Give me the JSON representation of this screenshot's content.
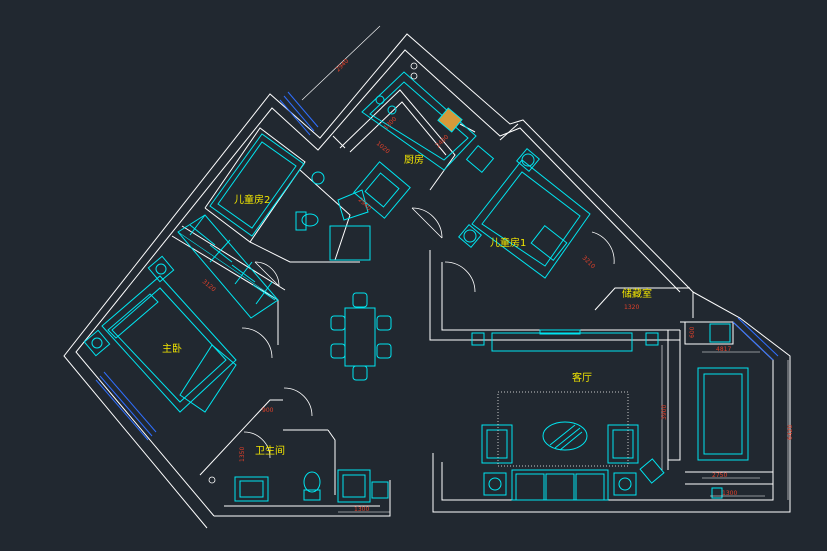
{
  "colors": {
    "background": "#212830",
    "wall": "#ffffff",
    "furniture": "#00e5f0",
    "label": "#f2e600",
    "dimension": "#e0402a"
  },
  "rooms": {
    "kitchen": "厨房",
    "child_room_2": "儿童房2",
    "child_room_1": "儿童房1",
    "master_bedroom": "主卧",
    "bathroom": "卫生间",
    "storage": "储藏室",
    "living_room": "客厅"
  },
  "dimensions": {
    "top_diag": "2940",
    "kitchen_a": "1300",
    "kitchen_b": "2400",
    "kitchen_c": "1020",
    "hall_a": "2940",
    "child1": "3210",
    "master": "3120",
    "bath_a": "900",
    "bath_b": "1350",
    "bath_w": "1300",
    "storage": "1320",
    "living_h": "3900",
    "right_top": "4817",
    "right_h": "6420",
    "right_b": "2750",
    "right_c": "1300",
    "tiny": "600"
  }
}
